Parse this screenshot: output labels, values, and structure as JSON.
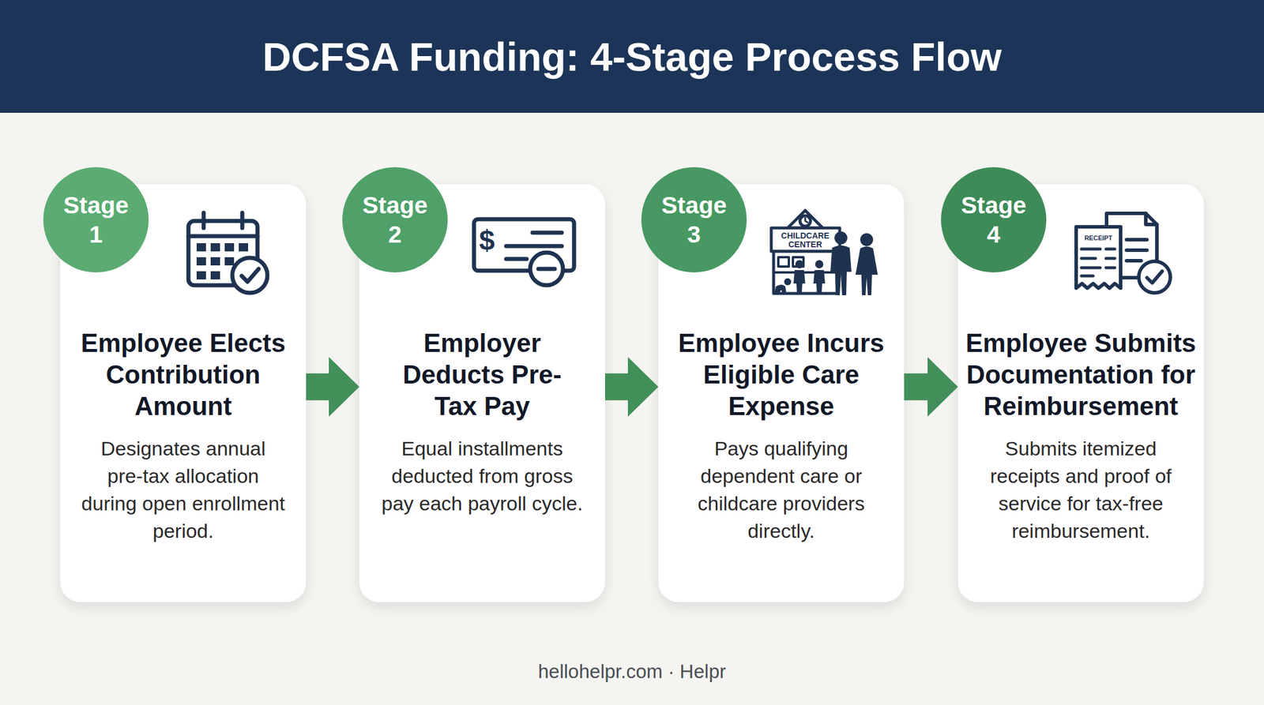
{
  "diagram": {
    "title": "DCFSA Funding: 4-Stage Process Flow",
    "nodes": [
      {
        "text": [
          "Employee Elects Contribution Amount",
          "Designates annual pre-tax allocation during open enrollment period."
        ]
      },
      {
        "text": [
          "Stage 1"
        ],
        "in": 0
      },
      {
        "text": [
          "Employer Deducts Pre-Tax Pay",
          "Equal installments deducted from gross pay each payroll cycle."
        ]
      },
      {
        "text": [
          "Stage 2"
        ],
        "in": 2
      },
      {
        "text": [
          "Employee Incurs Eligible Care Expense",
          "Pays qualifying dependent care or childcare providers directly."
        ]
      },
      {
        "text": [
          "Stage 3"
        ],
        "in": 4
      },
      {
        "text": [
          "Employee Submits Documentation for Reimbursement",
          "Submits itemized receipts and proof of service for tax-free reimbursement."
        ]
      },
      {
        "text": [
          "Stage 4"
        ],
        "in": 6
      }
    ],
    "edges": [
      {
        "from": 0,
        "to": 2,
        "arrow": "to"
      },
      {
        "from": 2,
        "to": 4,
        "arrow": "to"
      },
      {
        "from": 4,
        "to": 6,
        "arrow": "to"
      }
    ],
    "labels": [
      "$",
      "CHILDCARE CENTER",
      "RECEIPT",
      "hellohelpr.com · Helpr"
    ]
  }
}
